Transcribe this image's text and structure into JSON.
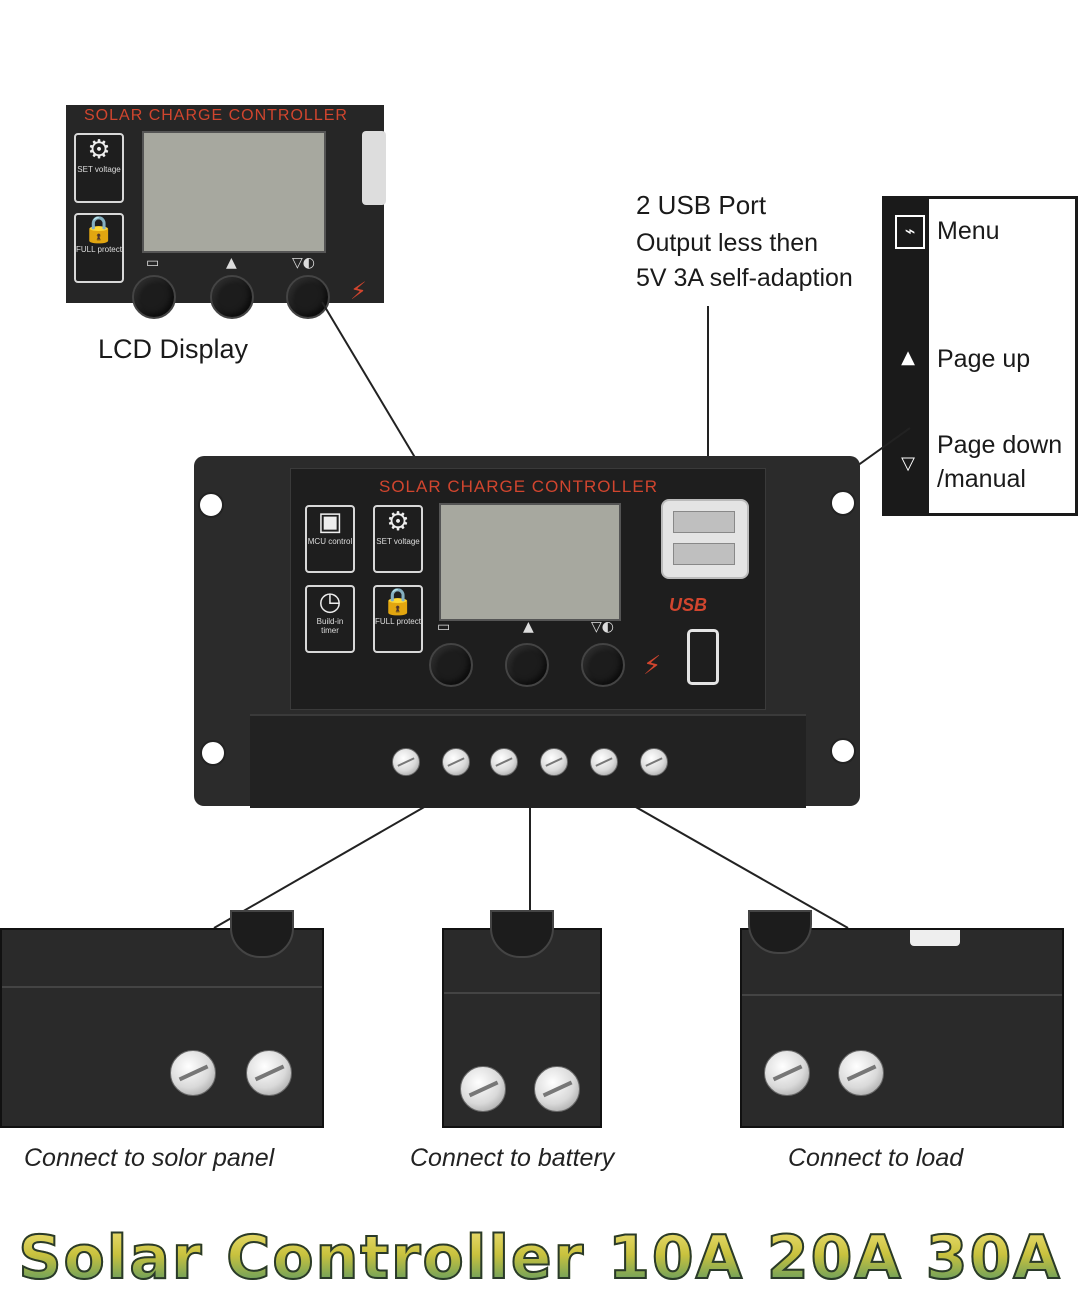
{
  "device_title": "SOLAR CHARGE CONTROLLER",
  "lcd_label": "LCD Display",
  "usb": {
    "title": "2 USB Port",
    "line1": "Output less then",
    "line2": "5V 3A self-adaption",
    "badge": "USB"
  },
  "legend": {
    "menu": "Menu",
    "page_up": "Page up",
    "page_down_1": "Page down",
    "page_down_2": "/manual"
  },
  "icons": {
    "mcu": "MCU control",
    "set": "SET voltage",
    "timer": "Build-in timer",
    "full": "FULL protect"
  },
  "captions": {
    "solar": "Connect to solor panel",
    "battery": "Connect to battery",
    "load": "Connect to load"
  },
  "banner": "Solar Controller 10A 20A 30A",
  "colors": {
    "title": "#d1452e",
    "body": "#2a2a2a",
    "lcd": "#a7a89f"
  }
}
